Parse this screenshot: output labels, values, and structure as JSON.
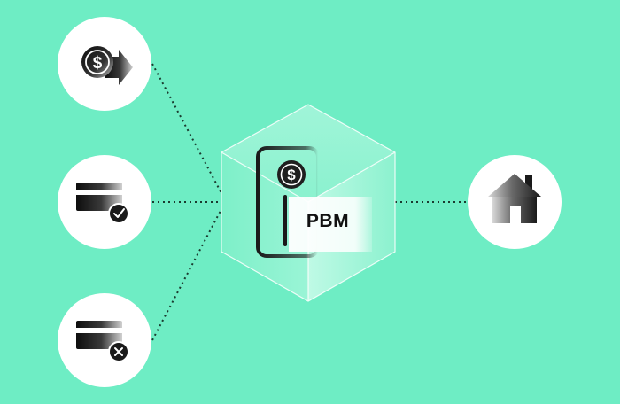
{
  "diagram": {
    "center_label": "PBM",
    "nodes": [
      {
        "id": "payment-transfer",
        "icon": "dollar-coin-arrow-icon"
      },
      {
        "id": "card-approved",
        "icon": "card-check-icon"
      },
      {
        "id": "card-rejected",
        "icon": "card-cross-icon"
      },
      {
        "id": "home",
        "icon": "house-icon"
      }
    ],
    "colors": {
      "background": "#6eedc4",
      "node_circle": "#ffffff",
      "icon_dark": "#111111",
      "connector": "#1a3a2e",
      "cube_edge": "#ffffff"
    }
  }
}
